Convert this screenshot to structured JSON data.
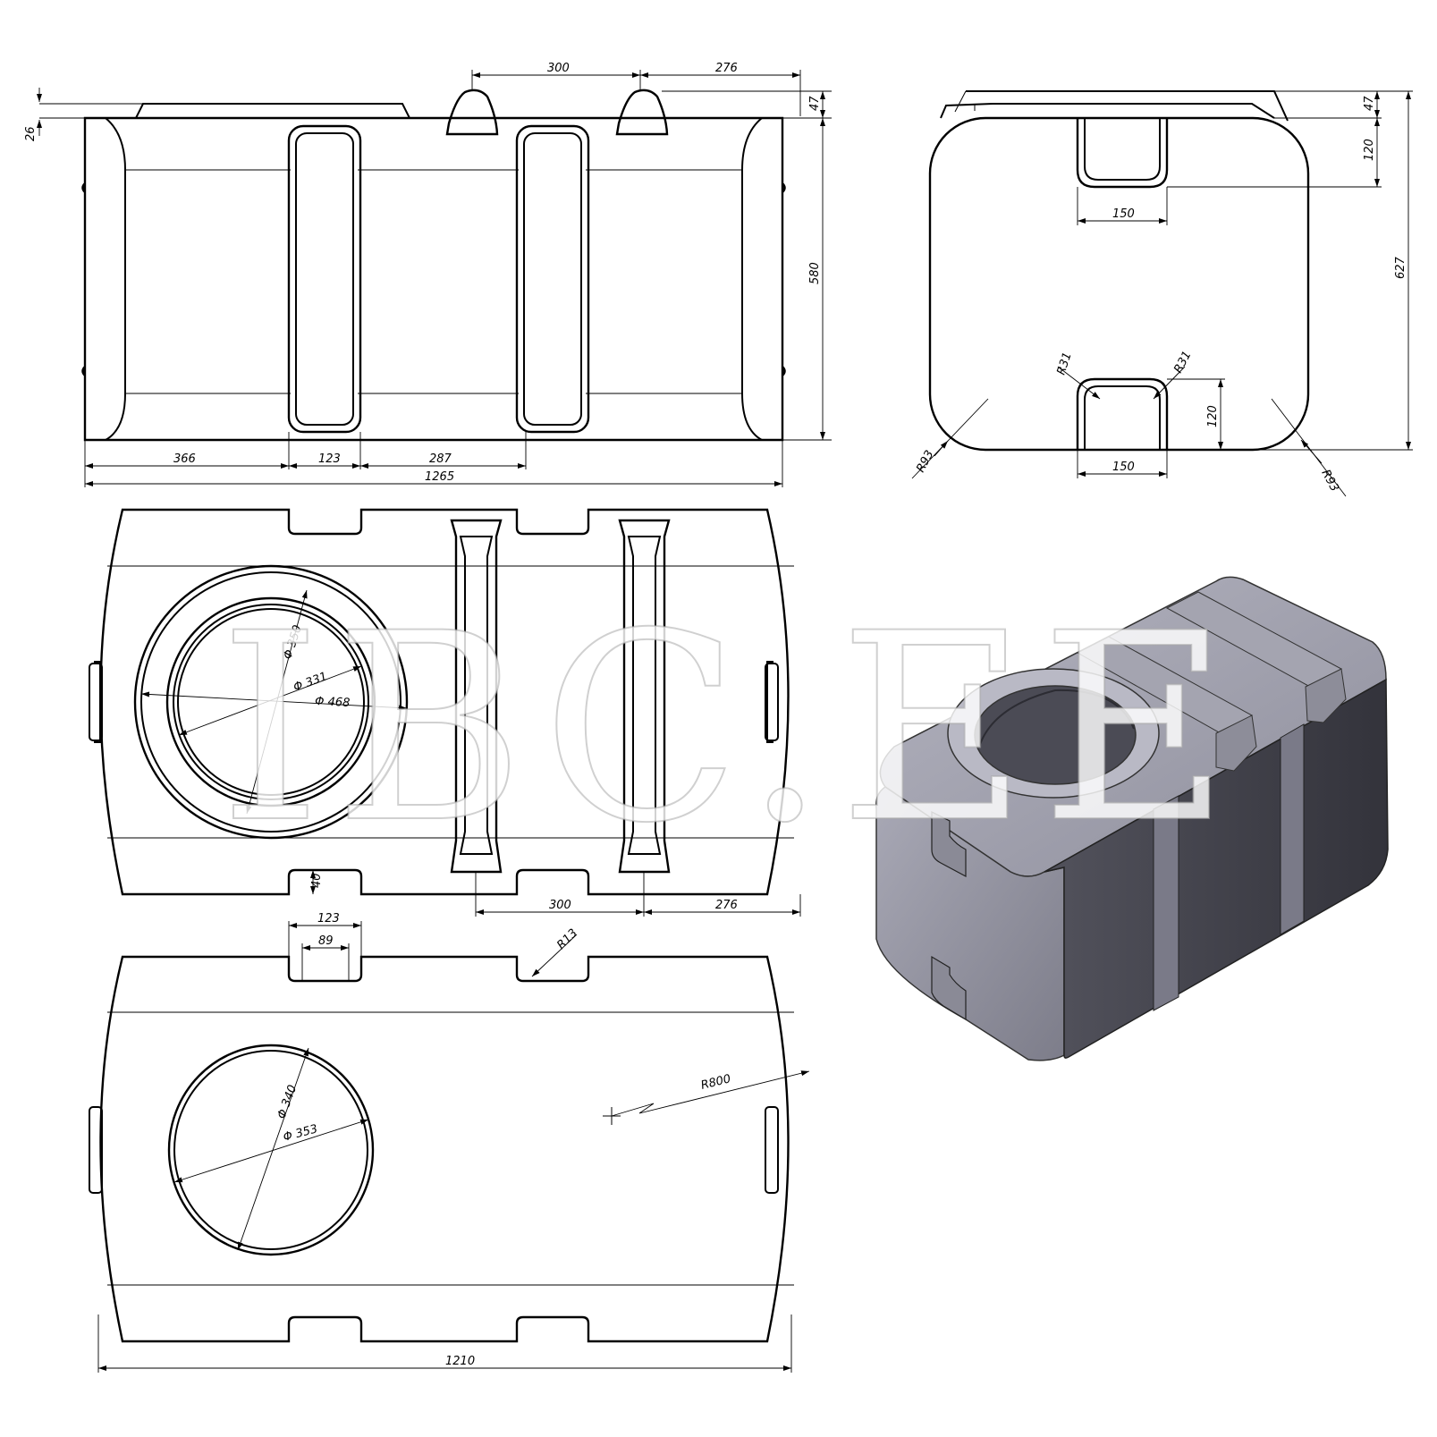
{
  "watermark": "IBC.EE",
  "dimensions": {
    "front": {
      "d26": "26",
      "d300_top": "300",
      "d276_top": "276",
      "d47": "47",
      "d580": "580",
      "d366": "366",
      "d123": "123",
      "d287": "287",
      "d1265": "1265"
    },
    "side": {
      "d47": "47",
      "d120_top": "120",
      "d150_top": "150",
      "d627": "627",
      "r31_left": "R31",
      "r31_right": "R31",
      "d120_bottom": "120",
      "d150_bottom": "150",
      "r93_left": "R93",
      "r93_right": "R93"
    },
    "top": {
      "phi350": "350",
      "phi331": "331",
      "phi468": "468",
      "d40": "40",
      "d300": "300",
      "d276": "276"
    },
    "bottom": {
      "d123": "123",
      "d89": "89",
      "r13": "R13",
      "r800": "R800",
      "phi340": "340",
      "phi353": "353",
      "d1210": "1210"
    }
  },
  "colors": {
    "render_face_light": "#9a9aa6",
    "render_face_dark": "#3d3d46",
    "render_face_mid": "#6f6f7c"
  }
}
